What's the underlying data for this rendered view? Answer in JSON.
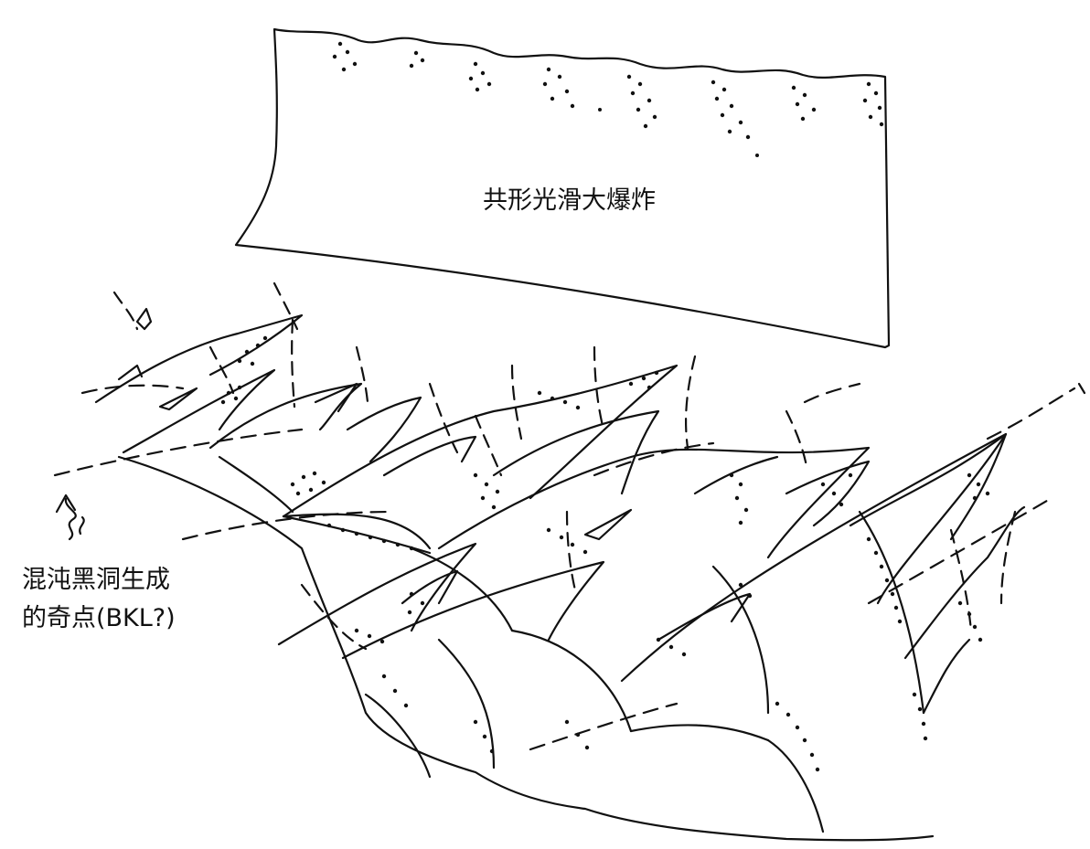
{
  "labels": {
    "big_bang": "共形光滑大爆炸",
    "singularity_line1": "混沌黑洞生成",
    "singularity_line2": "的奇点(BKL?)"
  },
  "colors": {
    "ink": "#111111",
    "paper": "#ffffff"
  },
  "icons": {
    "pointer": "squiggle-arrow-up"
  }
}
